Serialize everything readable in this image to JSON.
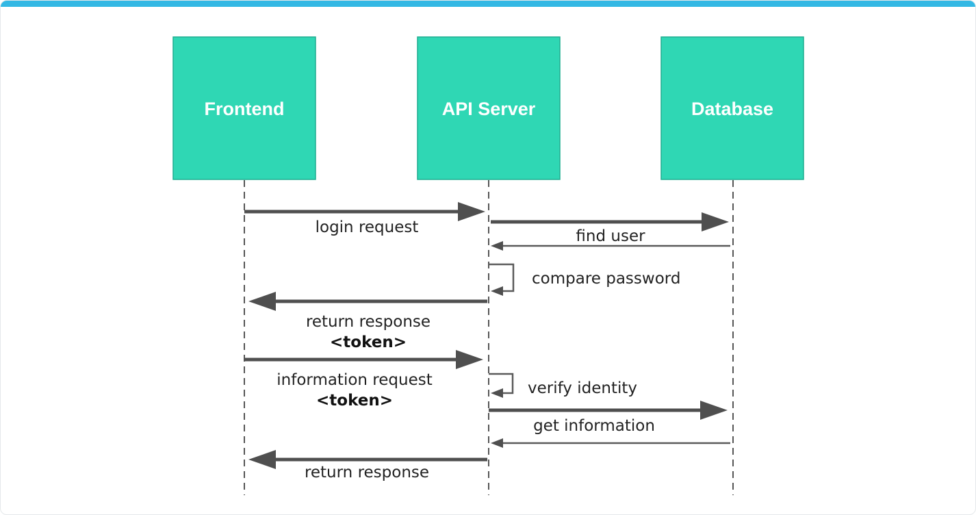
{
  "actors": [
    {
      "label": "Frontend"
    },
    {
      "label": "API Server"
    },
    {
      "label": "Database"
    }
  ],
  "messages": {
    "login_request": "login request",
    "find_user": "find user",
    "compare_password": "compare password",
    "return_response_1": "return response",
    "token_1": "<token>",
    "information_request": "information request",
    "token_2": "<token>",
    "verify_identity": "verify identity",
    "get_information": "get information",
    "return_response_2": "return response"
  },
  "colors": {
    "accent_bar": "#33b8e4",
    "actor_fill": "#2fd7b4",
    "arrow": "#4f4f4f"
  }
}
